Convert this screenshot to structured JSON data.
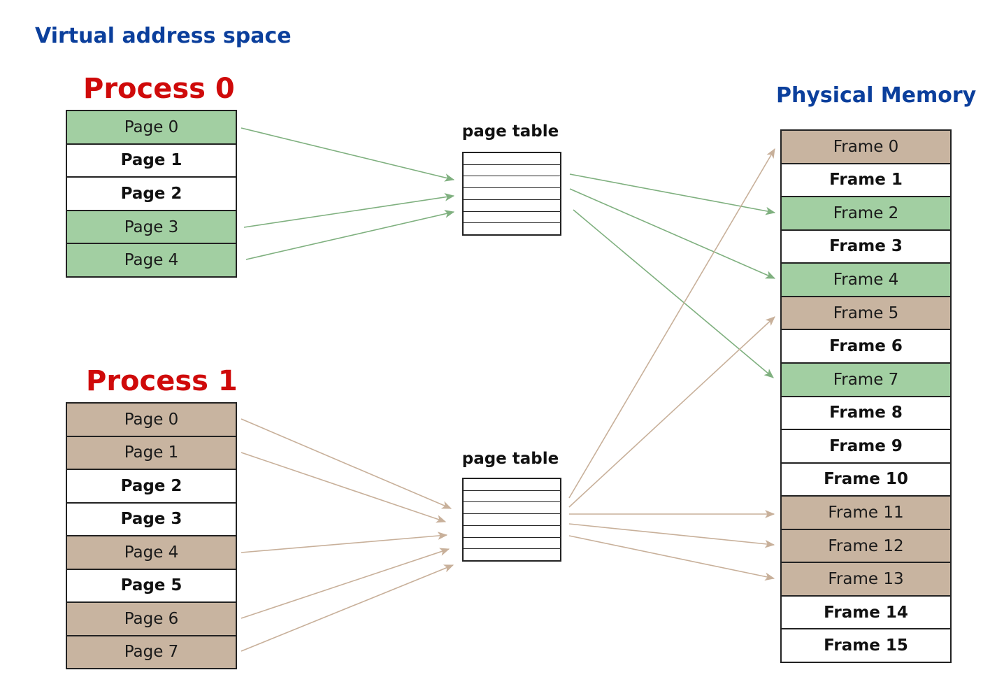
{
  "titles": {
    "virtual_address_space": "Virtual address space",
    "process0": "Process 0",
    "process1": "Process 1",
    "physical_memory": "Physical Memory"
  },
  "page_table_label": "page table",
  "colors": {
    "process0_fill": "#a2cfa2",
    "process1_fill": "#c8b4a0",
    "process0_arrow": "#7fb07f",
    "process1_arrow": "#c8b09a",
    "heading_blue": "#0b3f9c",
    "heading_red": "#cf0a0a"
  },
  "process0": {
    "pages": [
      {
        "label": "Page 0",
        "mapped": true
      },
      {
        "label": "Page 1",
        "mapped": false
      },
      {
        "label": "Page 2",
        "mapped": false
      },
      {
        "label": "Page 3",
        "mapped": true
      },
      {
        "label": "Page 4",
        "mapped": true
      }
    ],
    "page_table_rows": 7
  },
  "process1": {
    "pages": [
      {
        "label": "Page 0",
        "mapped": true
      },
      {
        "label": "Page 1",
        "mapped": true
      },
      {
        "label": "Page 2",
        "mapped": false
      },
      {
        "label": "Page 3",
        "mapped": false
      },
      {
        "label": "Page 4",
        "mapped": true
      },
      {
        "label": "Page 5",
        "mapped": false
      },
      {
        "label": "Page 6",
        "mapped": true
      },
      {
        "label": "Page 7",
        "mapped": true
      }
    ],
    "page_table_rows": 7
  },
  "physical_memory": {
    "frames": [
      {
        "label": "Frame 0",
        "owner": "process1"
      },
      {
        "label": "Frame 1",
        "owner": "none"
      },
      {
        "label": "Frame 2",
        "owner": "process0"
      },
      {
        "label": "Frame 3",
        "owner": "none"
      },
      {
        "label": "Frame 4",
        "owner": "process0"
      },
      {
        "label": "Frame 5",
        "owner": "process1"
      },
      {
        "label": "Frame 6",
        "owner": "none"
      },
      {
        "label": "Frame 7",
        "owner": "process0"
      },
      {
        "label": "Frame 8",
        "owner": "none"
      },
      {
        "label": "Frame 9",
        "owner": "none"
      },
      {
        "label": "Frame 10",
        "owner": "none"
      },
      {
        "label": "Frame 11",
        "owner": "process1"
      },
      {
        "label": "Frame 12",
        "owner": "process1"
      },
      {
        "label": "Frame 13",
        "owner": "process1"
      },
      {
        "label": "Frame 14",
        "owner": "none"
      },
      {
        "label": "Frame 15",
        "owner": "none"
      }
    ]
  }
}
